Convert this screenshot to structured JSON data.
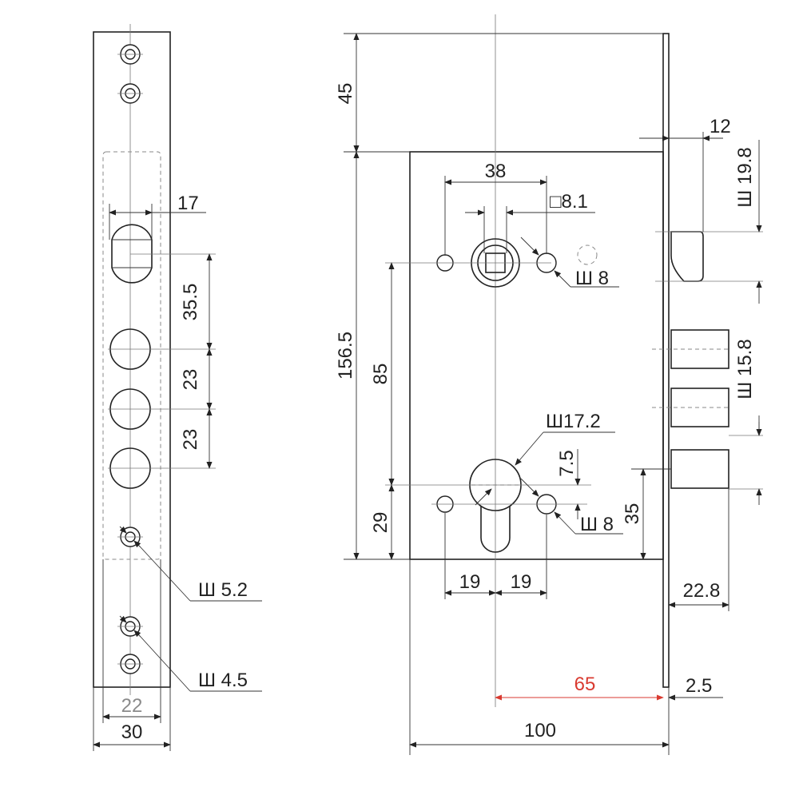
{
  "dims": {
    "d17": "17",
    "d35_5": "35.5",
    "d23a": "23",
    "d23b": "23",
    "dia52": "Ш 5.2",
    "dia45": "Ш 4.5",
    "d22": "22",
    "d30": "30",
    "d45": "45",
    "d156_5": "156.5",
    "d85": "85",
    "d29": "29",
    "d38": "38",
    "sq81": "□8.1",
    "dia8_top": "Ш 8",
    "dia172": "Ш17.2",
    "d7_5": "7.5",
    "dia8_bottom": "Ш 8",
    "d35": "35",
    "d19a": "19",
    "d19b": "19",
    "d12": "12",
    "dia198": "Ш 19.8",
    "dia158": "Ш 15.8",
    "d22_8": "22.8",
    "d65": "65",
    "d2_5": "2.5",
    "d100": "100"
  },
  "colors": {
    "line": "#222222",
    "highlight": "#d93a30",
    "secondary": "#8a8a8a"
  }
}
